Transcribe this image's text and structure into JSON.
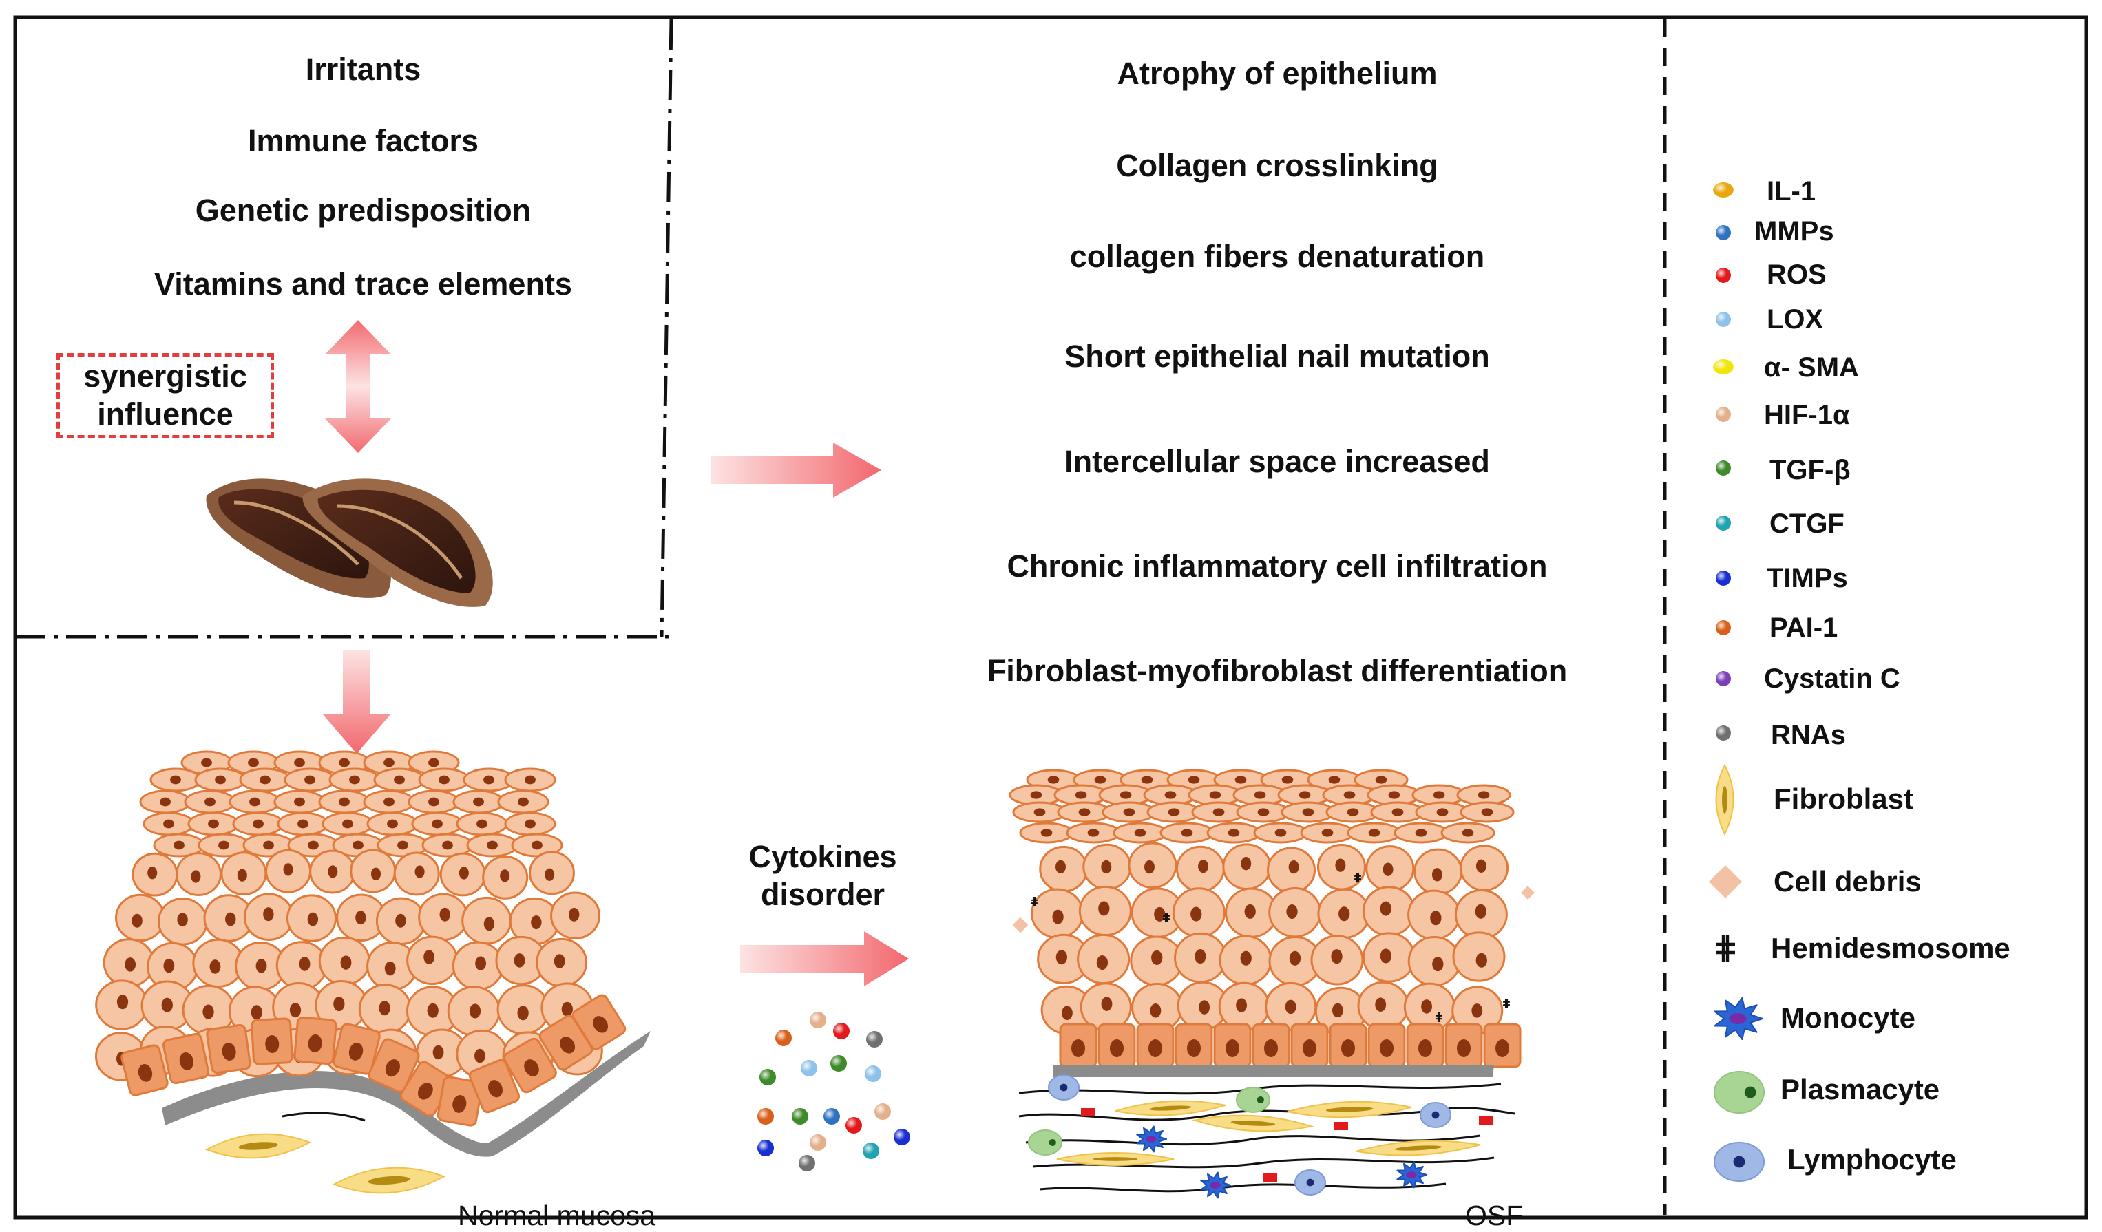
{
  "factors": [
    "Irritants",
    "Immune  factors",
    "Genetic predisposition",
    "Vitamins and trace elements"
  ],
  "synergy": {
    "line1": "synergistic",
    "line2": "influence"
  },
  "changes": [
    "Atrophy of epithelium",
    "Collagen crosslinking",
    "collagen fibers denaturation",
    "Short epithelial nail mutation",
    "Intercellular space increased",
    "Chronic inflammatory cell infiltration",
    "Fibroblast-myofibroblast differentiation"
  ],
  "cytokines_label": {
    "line1": "Cytokines",
    "line2": "disorder"
  },
  "captions": {
    "normal": "Normal mucosa",
    "osf": "OSF"
  },
  "legend": [
    {
      "label": "IL-1",
      "shape": "ellipse",
      "color": "#e8a70c"
    },
    {
      "label": "MMPs",
      "shape": "dot",
      "color": "#2f72c0"
    },
    {
      "label": "ROS",
      "shape": "dot",
      "color": "#e31a1c"
    },
    {
      "label": "LOX",
      "shape": "dot",
      "color": "#8ec2ea"
    },
    {
      "label": "α- SMA",
      "shape": "ellipse",
      "color": "#f1e40a"
    },
    {
      "label": "HIF-1α",
      "shape": "dot",
      "color": "#e4b08b"
    },
    {
      "label": "TGF-β",
      "shape": "dot",
      "color": "#3f8a2a"
    },
    {
      "label": "CTGF",
      "shape": "dot",
      "color": "#22a3b0"
    },
    {
      "label": "TIMPs",
      "shape": "dot",
      "color": "#1a2fd0"
    },
    {
      "label": "PAI-1",
      "shape": "dot",
      "color": "#d9601c"
    },
    {
      "label": "Cystatin C",
      "shape": "dot",
      "color": "#7d3fb8"
    },
    {
      "label": "RNAs",
      "shape": "dot",
      "color": "#707070"
    },
    {
      "label": "Fibroblast",
      "shape": "fibroblast-icon",
      "color": "#f6d46a"
    },
    {
      "label": "Cell debris",
      "shape": "diamond-icon",
      "color": "#f3c1a3"
    },
    {
      "label": "Hemidesmosome",
      "shape": "hemidesmosome-icon",
      "color": "#111111"
    },
    {
      "label": "Monocyte",
      "shape": "monocyte-icon",
      "color": "#2a66d6"
    },
    {
      "label": "Plasmacyte",
      "shape": "plasmacyte-icon",
      "color": "#a9d594"
    },
    {
      "label": "Lymphocyte",
      "shape": "lymphocyte-icon",
      "color": "#9fb8e6"
    }
  ],
  "colors": {
    "cell_fill": "#f6c6a4",
    "cell_stroke": "#e07a3a",
    "nucleus": "#8b3510",
    "basal_fill": "#ee9a66",
    "arrow": "#f2868a",
    "membrane": "#8c8c8c"
  }
}
